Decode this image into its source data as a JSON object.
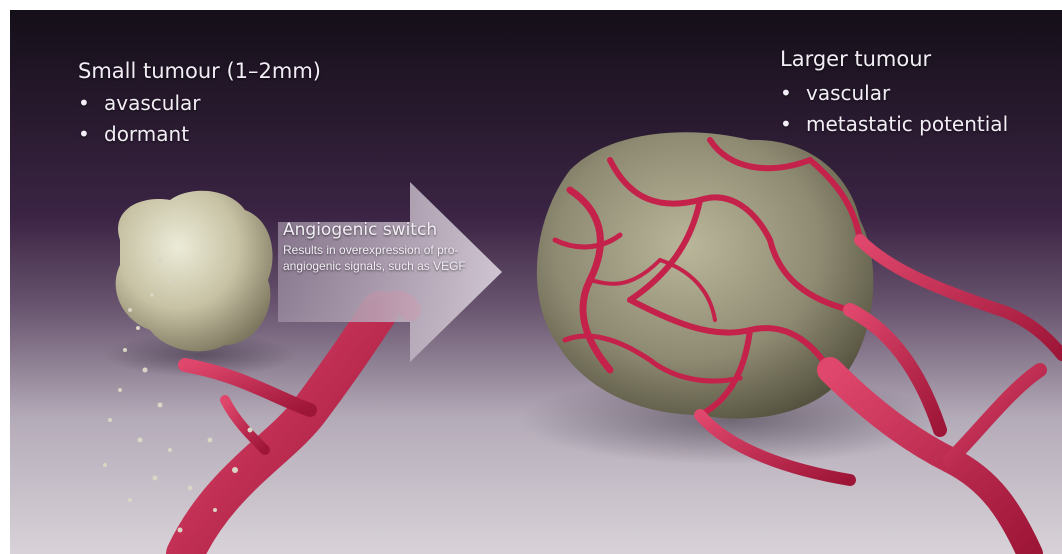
{
  "small_tumour": {
    "title": "Small tumour (1–2mm)",
    "bullets": [
      "avascular",
      "dormant"
    ]
  },
  "larger_tumour": {
    "title": "Larger tumour",
    "bullets": [
      "vascular",
      "metastatic potential"
    ]
  },
  "switch": {
    "title": "Angiogenic switch",
    "description": "Results in overexpression of pro-angiogenic signals, such as VEGF"
  },
  "colors": {
    "background_top": "#1b1420",
    "background_mid": "#4a2d52",
    "floor": "#b9b1bd",
    "tumour_small": "#c9c3a6",
    "tumour_large": "#8d8a74",
    "vessel": "#c4224a",
    "arrow": "#b7aab9",
    "text": "#f2eef5"
  }
}
